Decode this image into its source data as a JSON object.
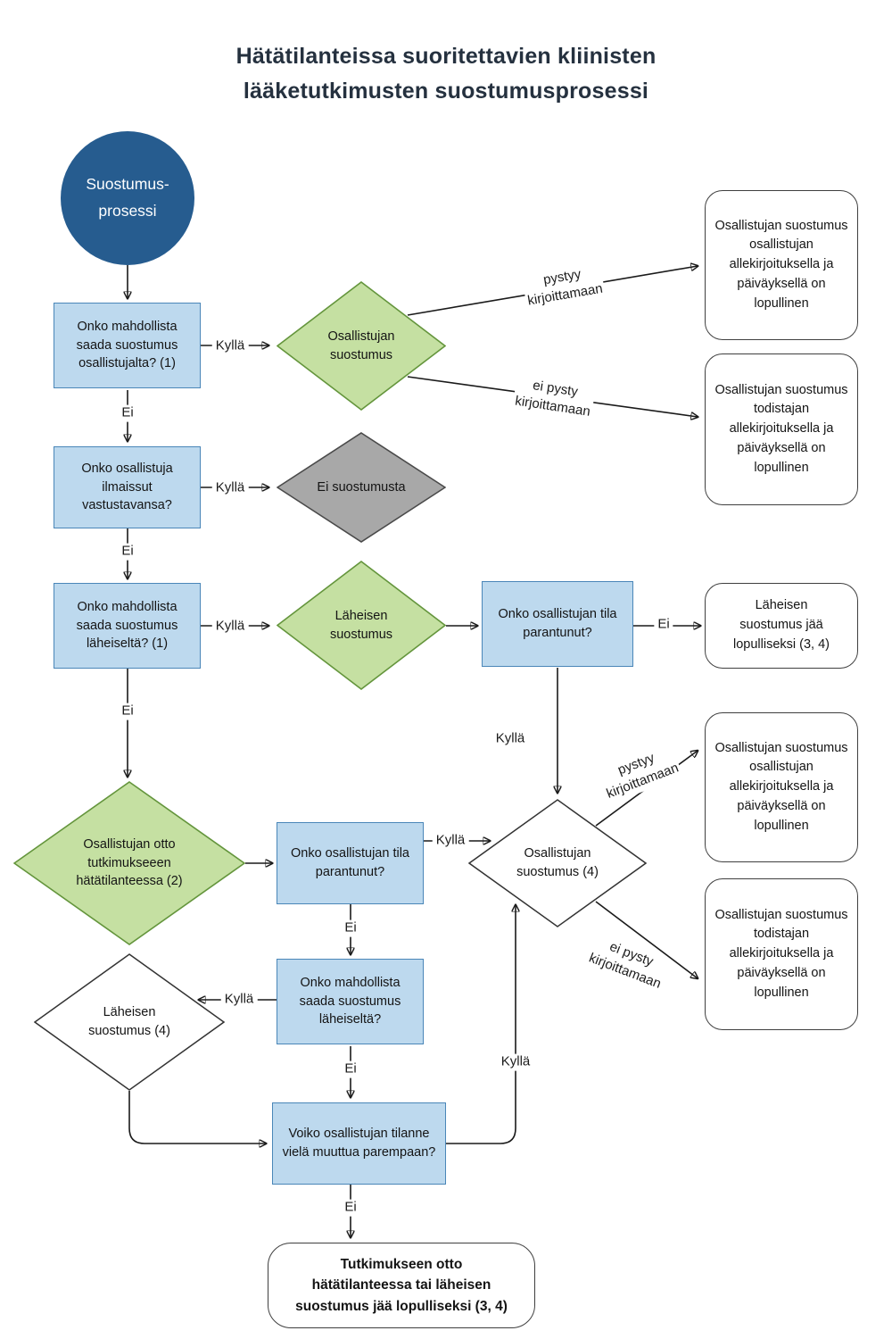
{
  "title": {
    "text": "Hätätilanteissa suoritettavien kliinisten\nlääketutkimusten suostumusprosessi"
  },
  "colors": {
    "start_fill": "#265c8f",
    "question_fill": "#bdd9ee",
    "question_border": "#4a86b8",
    "consent_fill": "#c5e0a2",
    "consent_border": "#64953c",
    "noconsent_fill": "#a8a8a8",
    "noconsent_border": "#4a4a4a",
    "outcome_border": "#3f3f3f",
    "arrow_color": "#1a1a1a"
  },
  "nodes": {
    "start": "Suostumus-\nprosessi",
    "q_consent_participant": "Onko mahdollista saada suostumus osallistujalta? (1)",
    "d_participant_consent": "Osallistujan suostumus",
    "q_expressed_opposition": "Onko osallistuja ilmaissut vastustavansa?",
    "d_no_consent": "Ei suostumusta",
    "q_consent_relative": "Onko mahdollista saada suostumus läheiseltä? (1)",
    "d_relative_consent": "Läheisen suostumus",
    "q_condition_improved_1": "Onko osallistujan tila parantunut?",
    "d_emergency_enrollment": "Osallistujan otto tutkimukseeen hätätilanteessa (2)",
    "q_condition_improved_2": "Onko osallistujan tila parantunut?",
    "d_participant_consent_4": "Osallistujan suostumus (4)",
    "d_relative_consent_4": "Läheisen suostumus (4)",
    "q_consent_relative_2": "Onko mahdollista saada suostumus läheiseltä?",
    "q_condition_change": "Voiko osallistujan tilanne vielä muuttua parempaan?",
    "out_participant_signature_1": "Osallistujan suostumus osallistujan allekirjoituksella ja päiväyksellä on lopullinen",
    "out_witness_signature_1": "Osallistujan suostumus todistajan allekirjoituksella ja päiväyksellä on lopullinen",
    "out_relative_final": "Läheisen\nsuostumus jää\nlopulliseksi (3, 4)",
    "out_participant_signature_2": "Osallistujan suostumus osallistujan allekirjoituksella ja päiväyksellä on lopullinen",
    "out_witness_signature_2": "Osallistujan suostumus todistajan allekirjoituksella ja päiväyksellä on lopullinen",
    "out_final": "Tutkimukseen otto\nhätätilanteessa tai läheisen\nsuostumus jää lopulliseksi (3, 4)"
  },
  "edge_labels": {
    "yes": "Kyllä",
    "no": "Ei",
    "can_write": "pystyy\nkirjoittamaan",
    "cannot_write": "ei pysty\nkirjoittamaan"
  }
}
